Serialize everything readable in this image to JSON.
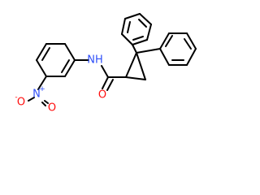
{
  "molecule": {
    "atoms": {
      "nh": {
        "text": "NH",
        "color": "#3050f8"
      },
      "o_carbonyl": {
        "text": "O",
        "color": "#ff0d0d"
      },
      "n_nitro": {
        "text": "N",
        "color": "#3050f8"
      },
      "n_nitro_charge": {
        "text": "+",
        "color": "#3050f8"
      },
      "o_nitro_top": {
        "text": "O",
        "color": "#ff0d0d"
      },
      "o_nitro_bottom": {
        "text": "O",
        "color": "#ff0d0d"
      },
      "o_nitro_bottom_charge": {
        "text": "-",
        "color": "#ff0d0d"
      }
    }
  }
}
